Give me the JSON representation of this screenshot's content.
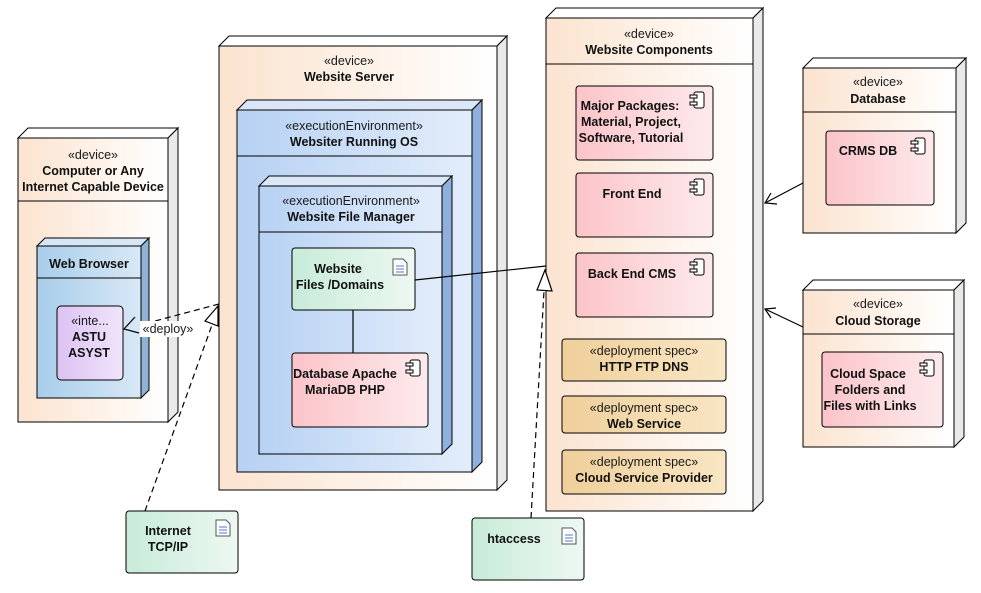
{
  "computer": {
    "stereotype": "«device»",
    "name_line1": "Computer or Any",
    "name_line2": "Internet Capable Device"
  },
  "browser": {
    "name": "Web Browser"
  },
  "interface": {
    "stereotype": "«inte...",
    "name_line1": "ASTU",
    "name_line2": "ASYST"
  },
  "deploy_label": "«deploy»",
  "server": {
    "stereotype": "«device»",
    "name": "Website Server"
  },
  "running_os": {
    "stereotype": "«executionEnvironment»",
    "name": "Websiter Running OS"
  },
  "file_manager": {
    "stereotype": "«executionEnvironment»",
    "name": "Website File Manager"
  },
  "files": {
    "name_line1": "Website",
    "name_line2": "Files /Domains"
  },
  "db_apache": {
    "name_line1": "Database Apache",
    "name_line2": "MariaDB PHP"
  },
  "internet": {
    "name_line1": "Internet",
    "name_line2": "TCP/IP"
  },
  "htaccess": {
    "name": "htaccess"
  },
  "components": {
    "stereotype": "«device»",
    "name": "Website Components",
    "major_line1": "Major Packages:",
    "major_line2": "Material, Project,",
    "major_line3": "Software, Tutorial",
    "front_end": "Front End",
    "back_end": "Back End CMS",
    "spec_stereotype": "«deployment spec»",
    "spec1": "HTTP FTP DNS",
    "spec2": "Web Service",
    "spec3": "Cloud Service Provider"
  },
  "database": {
    "stereotype": "«device»",
    "name": "Database",
    "component": "CRMS DB"
  },
  "cloud": {
    "stereotype": "«device»",
    "name": "Cloud Storage",
    "line1": "Cloud Space",
    "line2": "Folders and",
    "line3": "Files with Links"
  },
  "colors": {
    "device_fill": "#fdf0e6",
    "env_fill": "#cfe0f7",
    "component_fill": "#fbd3d6",
    "artifact_fill": "#d8f0e4",
    "spec_fill": "#f3d9a8",
    "interface_fill": "#e3cdf6"
  }
}
